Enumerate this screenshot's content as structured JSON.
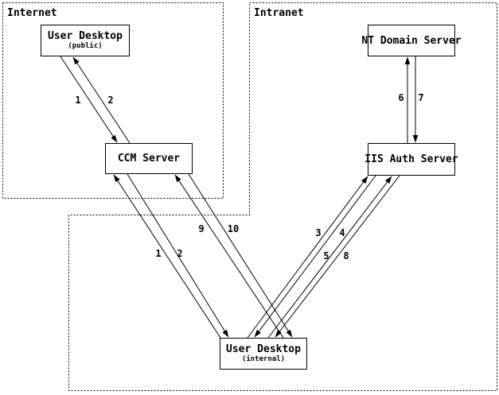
{
  "diagram": {
    "zones": {
      "internet": {
        "label": "Internet"
      },
      "intranet": {
        "label": "Intranet"
      }
    },
    "nodes": {
      "user_desktop_public": {
        "title": "User Desktop",
        "subtitle": "(public)"
      },
      "ccm_server": {
        "title": "CCM Server"
      },
      "nt_domain_server": {
        "title": "NT Domain Server"
      },
      "iis_auth_server": {
        "title": "IIS Auth Server"
      },
      "user_desktop_internal": {
        "title": "User Desktop",
        "subtitle": "(internal)"
      }
    },
    "arrow_labels": {
      "public_1": "1",
      "public_2": "2",
      "auth_6": "6",
      "auth_7": "7",
      "internal_1": "1",
      "internal_2": "2",
      "internal_9": "9",
      "internal_10": "10",
      "iis_3": "3",
      "iis_4": "4",
      "iis_5": "5",
      "iis_8": "8"
    },
    "line_color": "#000000",
    "background_color": "#ffffff"
  }
}
